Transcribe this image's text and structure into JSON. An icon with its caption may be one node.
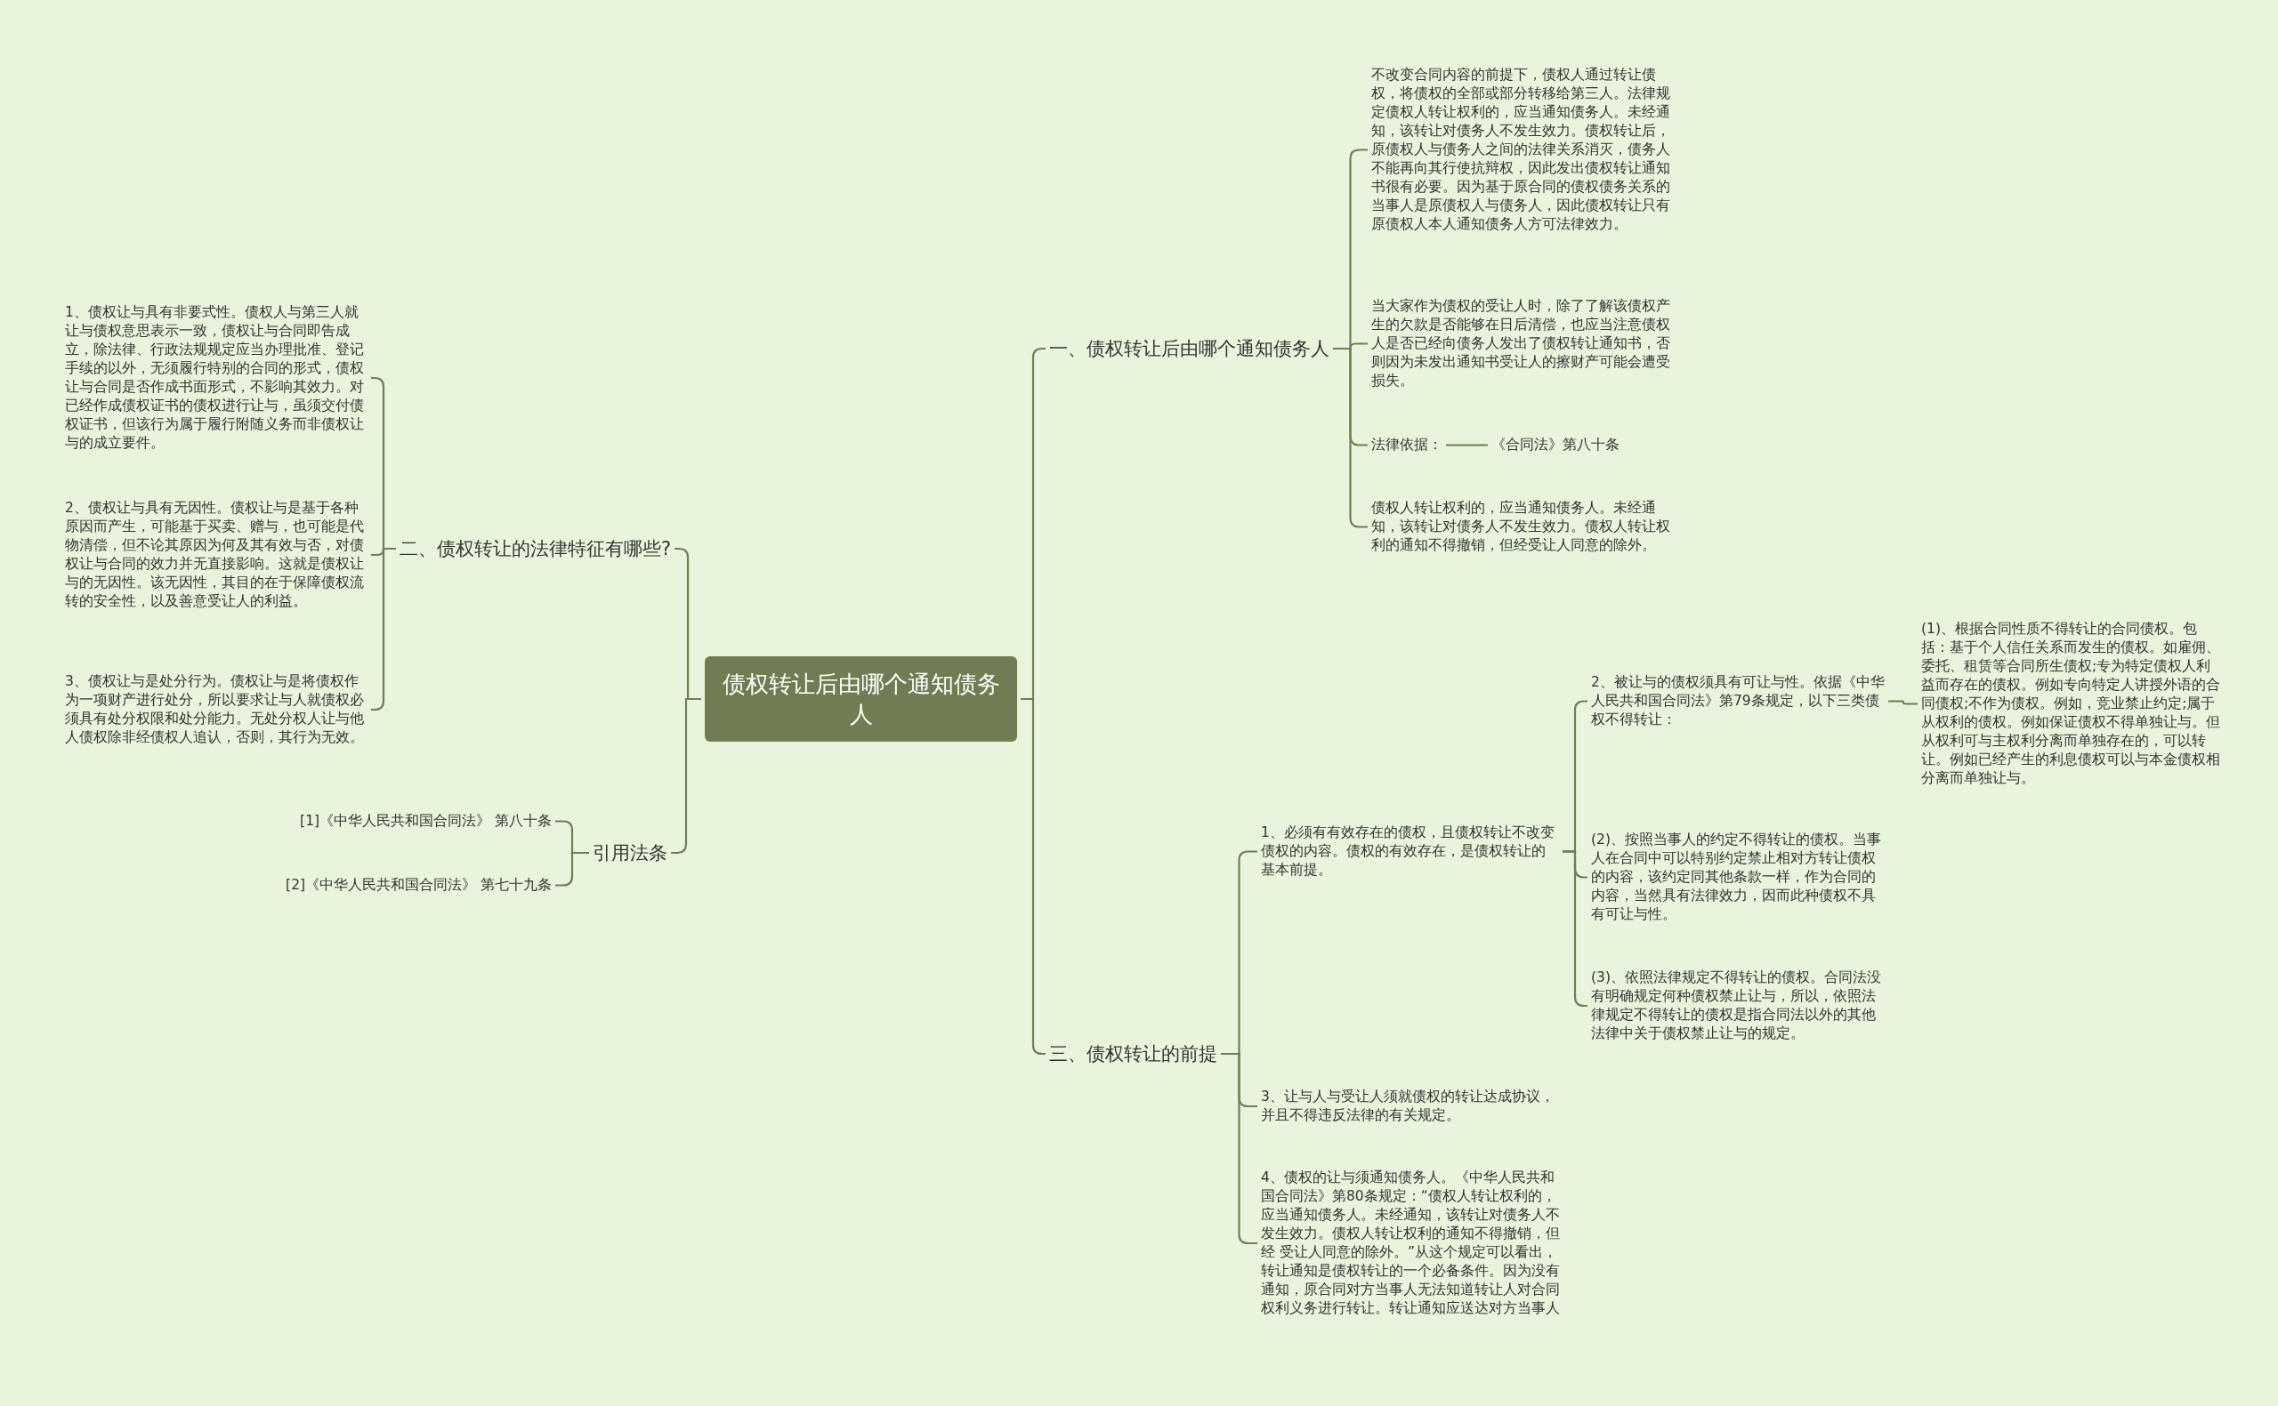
{
  "diagram": {
    "nodes": [
      {
        "text": [
          "债权转让后由哪个通知债务人"
        ]
      },
      {
        "text": [
          "一、债权转让后由哪个通知债务人"
        ]
      },
      {
        "text": [
          "不改变合同内容的前提下，债权人通过转让债权，将债权的全部或部分转移给第三人。法律规定债权人转让权利的，应当通知债务人。未经通知，该转让对债务人不发生效力。债权转让后，原债权人与债务人之间的法律关系消灭，债务人不能再向其行使抗辩权，因此发出债权转让通知书很有必要。因为基于原合同的债权债务关系的当事人是原债权人与债务人，因此债权转让只有原债权人本人通知债务人方可法律效力。"
        ]
      },
      {
        "text": [
          "当大家作为债权的受让人时，除了了解该债权产生的欠款是否能够在日后清偿，也应当注意债权人是否已经向债务人发出了债权转让通知书，否则因为未发出通知书受让人的擦财产可能会遭受损失。"
        ]
      },
      {
        "text": [
          "法律依据："
        ]
      },
      {
        "text": [
          "《合同法》第八十条"
        ]
      },
      {
        "text": [
          "债权人转让权利的，应当通知债务人。未经通知，该转让对债务人不发生效力。债权人转让权利的通知不得撤销，但经受让人同意的除外。"
        ]
      },
      {
        "text": [
          "二、债权转让的法律特征有哪些?"
        ]
      },
      {
        "text": [
          "1、债权让与具有非要式性。债权人与第三人就让与债权意思表示一致，债权让与合同即告成立，除法律、行政法规规定应当办理批准、登记手续的以外，无须履行特别的合同的形式，债权让与合同是否作成书面形式，不影响其效力。对已经作成债权证书的债权进行让与，虽须交付债权证书，但该行为属于履行附随义务而非债权让与的成立要件。"
        ]
      },
      {
        "text": [
          "2、债权让与具有无因性。债权让与是基于各种原因而产生，可能基于买卖、赠与，也可能是代物清偿，但不论其原因为何及其有效与否，对债权让与合同的效力并无直接影响。这就是债权让与的无因性。该无因性，其目的在于保障债权流转的安全性，以及善意受让人的利益。"
        ]
      },
      {
        "text": [
          "3、债权让与是处分行为。债权让与是将债权作为一项财产进行处分，所以要求让与人就债权必须具有处分权限和处分能力。无处分权人让与他人债权除非经债权人追认，否则，其行为无效。"
        ]
      },
      {
        "text": [
          "引用法条"
        ]
      },
      {
        "text": [
          "[1]《中华人民共和国合同法》 第八十条"
        ]
      },
      {
        "text": [
          "[2]《中华人民共和国合同法》 第七十九条"
        ]
      },
      {
        "text": [
          "三、债权转让的前提"
        ]
      },
      {
        "text": [
          "1、必须有有效存在的债权，且债权转让不改变债权的内容。债权的有效存在，是债权转让的基本前提。"
        ]
      },
      {
        "text": [
          "2、被让与的债权须具有可让与性。依据《中华人民共和国合同法》第79条规定，以下三类债权不得转让："
        ]
      },
      {
        "text": [
          "(1)、根据合同性质不得转让的合同债权。包括：基于个人信任关系而发生的债权。如雇佣、委托、租赁等合同所生债权;专为特定债权人利益而存在的债权。例如专向特定人讲授外语的合同债权;不作为债权。例如，竞业禁止约定;属于从权利的债权。例如保证债权不得单独让与。但从权利可与主权利分离而单独存在的，可以转让。例如已经产生的利息债权可以与本金债权相分离而单独让与。"
        ]
      },
      {
        "text": [
          "(2)、按照当事人的约定不得转让的债权。当事人在合同中可以特别约定禁止相对方转让债权的内容，该约定同其他条款一样，作为合同的内容，当然具有法律效力，因而此种债权不具有可让与性。"
        ]
      },
      {
        "text": [
          "(3)、依照法律规定不得转让的债权。合同法没有明确规定何种债权禁止让与，所以，依照法律规定不得转让的债权是指合同法以外的其他法律中关于债权禁止让与的规定。"
        ]
      },
      {
        "text": [
          "3、让与人与受让人须就债权的转让达成协议，并且不得违反法律的有关规定。"
        ]
      },
      {
        "text": [
          "4、债权的让与须通知债务人。《中华人民共和国合同法》第80条规定：“债权人转让权利的，应当通知债务人。未经通知，该转让对债务人不发生效力。债权人转让权利的通知不得撤销，但经 受让人同意的除外。”从这个规定可以看出，转让通知是债权转让的一个必备条件。因为没有通知，原合同对方当事人无法知道转让人对合同权利义务进行转让。转让通知应送达对方当事人"
        ]
      }
    ],
    "edges": [
      {
        "from": 0,
        "to": 1,
        "arrow": "none"
      },
      {
        "from": 1,
        "to": 2,
        "arrow": "none"
      },
      {
        "from": 1,
        "to": 3,
        "arrow": "none"
      },
      {
        "from": 1,
        "to": 4,
        "arrow": "none"
      },
      {
        "from": 4,
        "to": 5,
        "arrow": "none"
      },
      {
        "from": 1,
        "to": 6,
        "arrow": "none"
      },
      {
        "from": 0,
        "to": 7,
        "arrow": "none"
      },
      {
        "from": 7,
        "to": 8,
        "arrow": "none"
      },
      {
        "from": 7,
        "to": 9,
        "arrow": "none"
      },
      {
        "from": 7,
        "to": 10,
        "arrow": "none"
      },
      {
        "from": 0,
        "to": 11,
        "arrow": "none"
      },
      {
        "from": 11,
        "to": 12,
        "arrow": "none"
      },
      {
        "from": 11,
        "to": 13,
        "arrow": "none"
      },
      {
        "from": 0,
        "to": 14,
        "arrow": "none"
      },
      {
        "from": 14,
        "to": 15,
        "arrow": "none"
      },
      {
        "from": 15,
        "to": 16,
        "arrow": "none"
      },
      {
        "from": 16,
        "to": 17,
        "arrow": "none"
      },
      {
        "from": 15,
        "to": 18,
        "arrow": "none"
      },
      {
        "from": 15,
        "to": 19,
        "arrow": "none"
      },
      {
        "from": 14,
        "to": 20,
        "arrow": "none"
      },
      {
        "from": 14,
        "to": 21,
        "arrow": "none"
      }
    ]
  }
}
